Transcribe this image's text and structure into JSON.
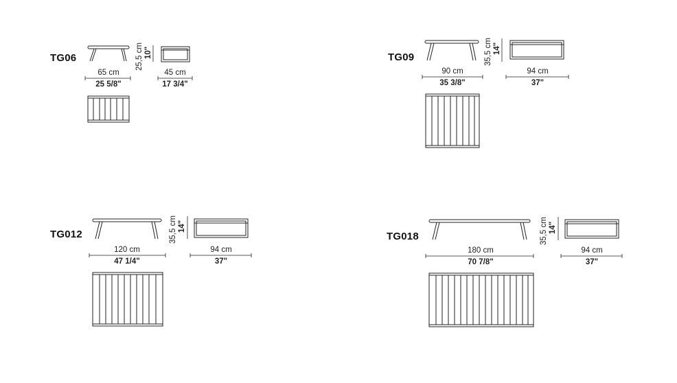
{
  "products": [
    {
      "code": "TG06",
      "width": "65 cm",
      "width_in": "25 5/8\"",
      "depth": "45 cm",
      "depth_in": "17 3/4\"",
      "height": "25,5 cm",
      "height_in": "10\""
    },
    {
      "code": "TG09",
      "width": "90 cm",
      "width_in": "35 3/8\"",
      "depth": "94 cm",
      "depth_in": "37\"",
      "height": "35,5 cm",
      "height_in": "14\""
    },
    {
      "code": "TG012",
      "width": "120 cm",
      "width_in": "47 1/4\"",
      "depth": "94 cm",
      "depth_in": "37\"",
      "height": "35,5 cm",
      "height_in": "14\""
    },
    {
      "code": "TG018",
      "width": "180 cm",
      "width_in": "70 7/8\"",
      "depth": "94 cm",
      "depth_in": "37\"",
      "height": "35,5 cm",
      "height_in": "14\""
    }
  ]
}
